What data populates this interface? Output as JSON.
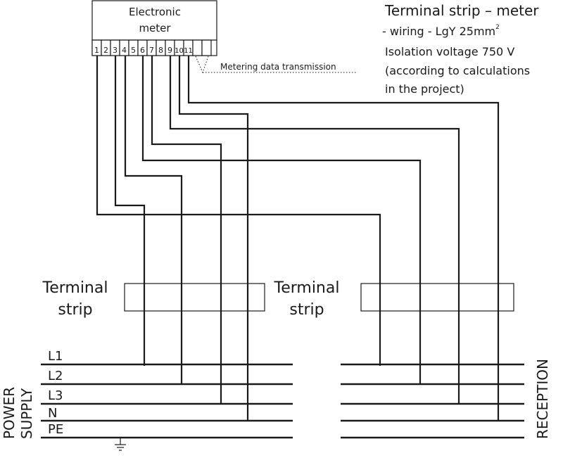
{
  "meter": {
    "title_line1": "Electronic",
    "title_line2": "meter",
    "terminals": [
      "1",
      "2",
      "3",
      "4",
      "5",
      "6",
      "7",
      "8",
      "9",
      "10",
      "11"
    ]
  },
  "annotation": {
    "title": "Terminal strip – meter",
    "wiring": "- wiring - LgY 25mm",
    "wiring_sup": "2",
    "isolation": "Isolation voltage 750 V",
    "calc_line1": "(according to calculations",
    "calc_line2": "in the project)"
  },
  "metering_label": "Metering data transmission",
  "terminal_strip_left": {
    "line1": "Terminal",
    "line2": "strip"
  },
  "terminal_strip_right": {
    "line1": "Terminal",
    "line2": "strip"
  },
  "bus_labels": [
    "L1",
    "L2",
    "L3",
    "N",
    "PE"
  ],
  "side_left": {
    "line1": "POWER",
    "line2": "SUPPLY"
  },
  "side_right": "RECEPTION"
}
